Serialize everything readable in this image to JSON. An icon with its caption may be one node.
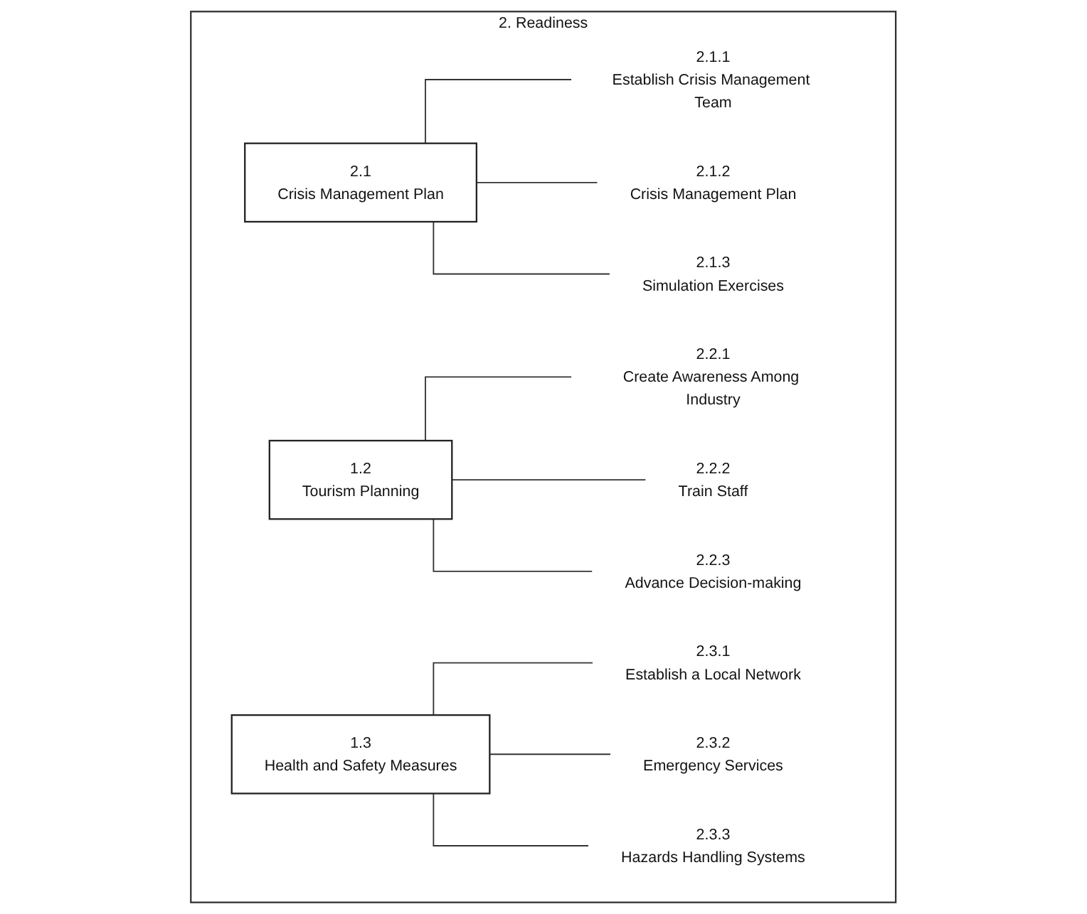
{
  "diagram": {
    "nodes": [
      {
        "text": [
          "2. Readiness"
        ]
      },
      {
        "text": [
          "2.1",
          "Crisis Management Plan"
        ],
        "in": 0
      },
      {
        "text": [
          "2.1.1",
          "Establish Crisis Management Team"
        ],
        "in": 0
      },
      {
        "text": [
          "2.1.2",
          "Crisis Management Plan"
        ],
        "in": 0
      },
      {
        "text": [
          "2.1.3",
          "Simulation Exercises"
        ],
        "in": 0
      },
      {
        "text": [
          "1.2",
          "Tourism Planning"
        ],
        "in": 0
      },
      {
        "text": [
          "2.2.1",
          "Create Awareness Among Industry"
        ],
        "in": 0
      },
      {
        "text": [
          "2.2.2",
          "Train Staff"
        ],
        "in": 0
      },
      {
        "text": [
          "2.2.3",
          "Advance Decision-making"
        ],
        "in": 0
      },
      {
        "text": [
          "1.3",
          "Health and Safety Measures"
        ],
        "in": 0
      },
      {
        "text": [
          "2.3.1",
          "Establish a Local Network"
        ],
        "in": 0
      },
      {
        "text": [
          "2.3.2",
          "Emergency Services"
        ],
        "in": 0
      },
      {
        "text": [
          "2.3.3",
          "Hazards Handling Systems"
        ],
        "in": 0
      }
    ],
    "edges": [
      {
        "from": 1,
        "to": 2,
        "arrow": "none"
      },
      {
        "from": 1,
        "to": 3,
        "arrow": "none"
      },
      {
        "from": 1,
        "to": 4,
        "arrow": "none"
      },
      {
        "from": 5,
        "to": 6,
        "arrow": "none"
      },
      {
        "from": 5,
        "to": 7,
        "arrow": "none"
      },
      {
        "from": 5,
        "to": 8,
        "arrow": "none"
      },
      {
        "from": 9,
        "to": 10,
        "arrow": "none"
      },
      {
        "from": 9,
        "to": 11,
        "arrow": "none"
      },
      {
        "from": 9,
        "to": 12,
        "arrow": "none"
      }
    ]
  }
}
